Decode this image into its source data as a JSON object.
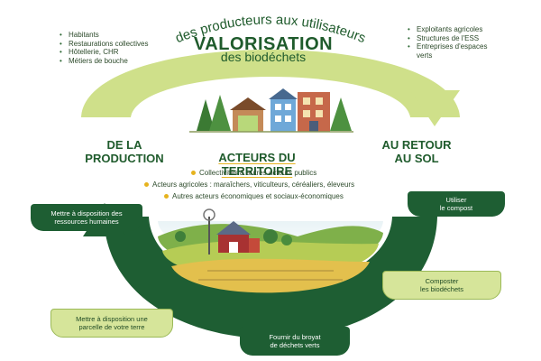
{
  "top_arc_text": "des producteurs aux utilisateurs",
  "title": {
    "main": "VALORISATION",
    "sub": "des biodéchets"
  },
  "left_list": [
    "Habitants",
    "Restaurations collectives",
    "Hôtellerie, CHR",
    "Métiers de bouche"
  ],
  "right_list": [
    "Exploitants agricoles",
    "Structures de l'ESS",
    "Entreprises d'espaces verts"
  ],
  "left_heading": {
    "line1": "DE LA",
    "line2": "PRODUCTION"
  },
  "right_heading": {
    "line1": "AU RETOUR",
    "line2": "AU SOL"
  },
  "center": {
    "title": "ACTEURS DU TERRITOIRE",
    "items": [
      "Collectivités & autres acteurs publics",
      "Acteurs agricoles : maraîchers, viticulteurs, céréaliers, éleveurs",
      "Autres acteurs économiques et sociaux-économiques"
    ]
  },
  "actions": {
    "ressources": {
      "line1": "Mettre à disposition des",
      "line2": "ressources humaines"
    },
    "utiliser": {
      "line1": "Utiliser",
      "line2": "le compost"
    },
    "composter": {
      "line1": "Composter",
      "line2": "les biodéchets"
    },
    "parcelle": {
      "line1": "Mettre à disposition une",
      "line2": "parcelle de votre terre"
    },
    "broyat": {
      "line1": "Fournir du broyat",
      "line2": "de déchets verts"
    }
  },
  "colors": {
    "dark_green": "#1e5e33",
    "light_green": "#cfe08a",
    "accent_yellow": "#e6b31e"
  }
}
